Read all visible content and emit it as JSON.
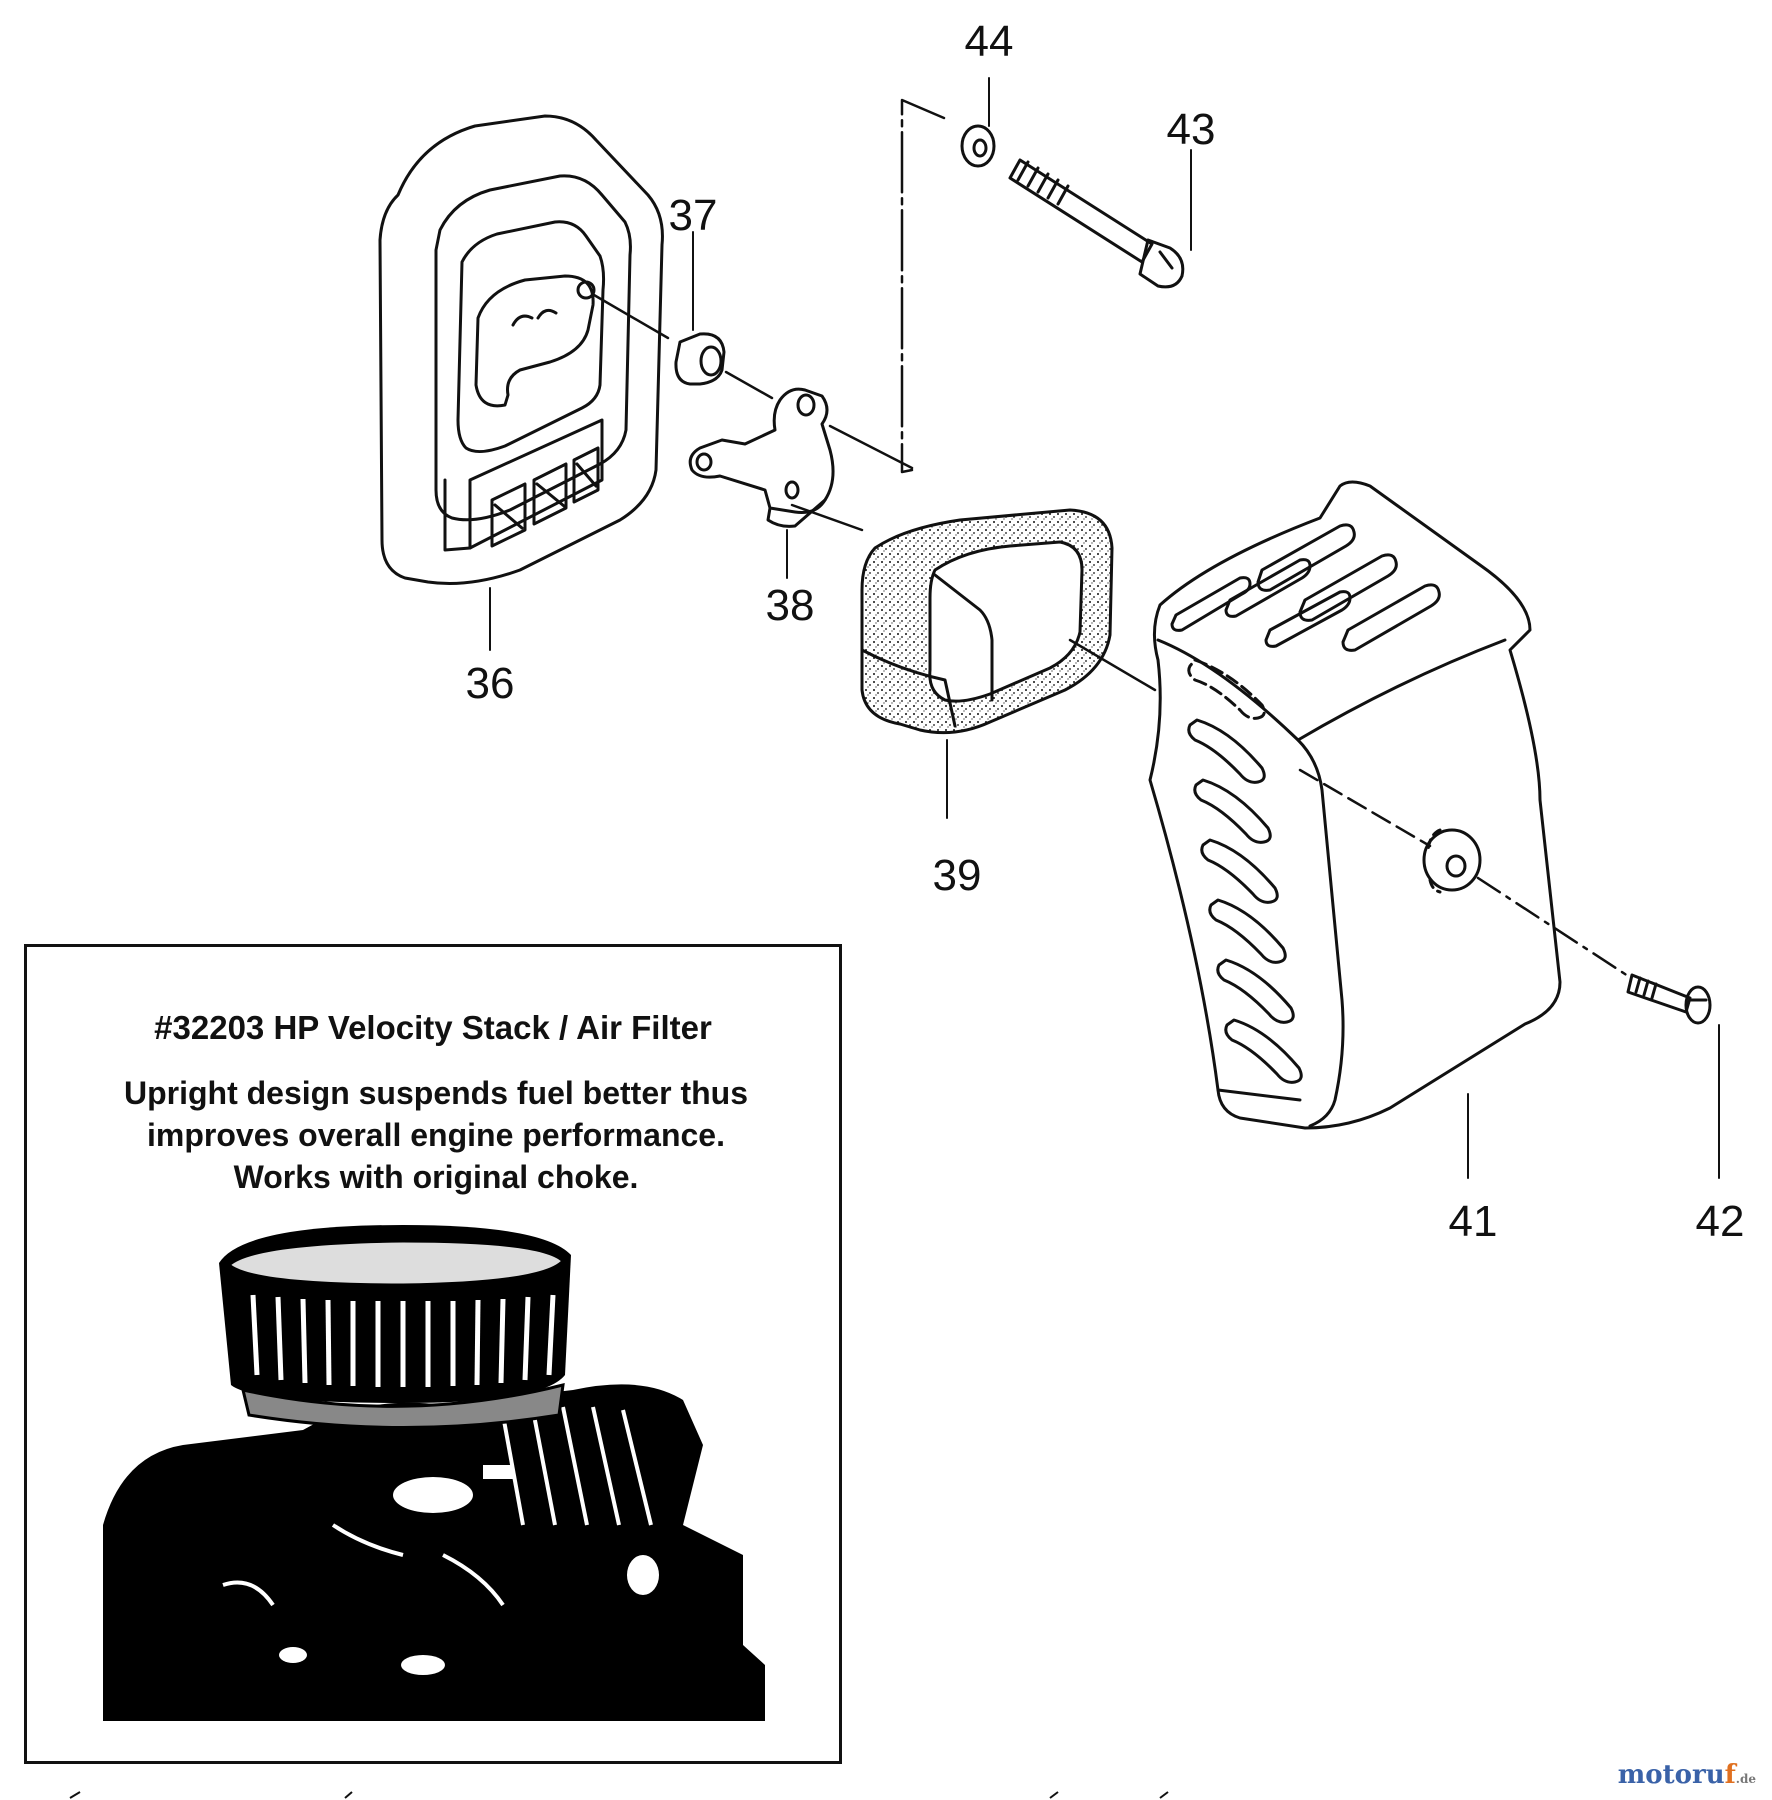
{
  "parts": [
    {
      "number": "44",
      "name": "washer"
    },
    {
      "number": "43",
      "name": "bolt"
    },
    {
      "number": "37",
      "name": "spacer-collar"
    },
    {
      "number": "36",
      "name": "air-cleaner-base"
    },
    {
      "number": "38",
      "name": "choke-plate"
    },
    {
      "number": "39",
      "name": "foam-element"
    },
    {
      "number": "41",
      "name": "air-cleaner-cover"
    },
    {
      "number": "42",
      "name": "cover-screw"
    }
  ],
  "promo": {
    "title": "#32203 HP Velocity Stack / Air Filter",
    "description_lines": [
      "Upright design suspends fuel better thus",
      "improves overall engine performance.",
      "Works with original choke."
    ]
  },
  "watermark": {
    "brand_main": "motoru",
    "brand_accent": "f",
    "suffix": ".de"
  },
  "colors": {
    "ink": "#111111",
    "paper": "#ffffff",
    "watermark_blue": "#3a62a8",
    "watermark_orange": "#e07020"
  }
}
